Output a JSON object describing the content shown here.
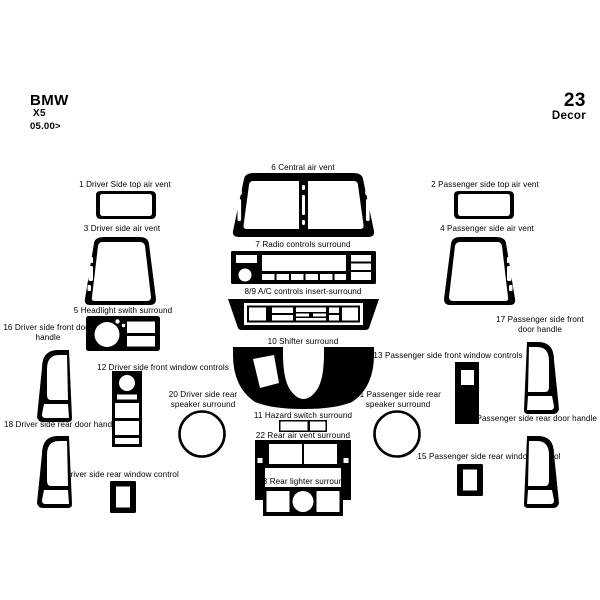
{
  "header": {
    "brand": "BMW",
    "model": "X5",
    "year": "05.00>",
    "kit_number": "23",
    "kit_word": "Decor"
  },
  "parts": [
    {
      "num": "1",
      "label": "1  Driver Side top air vent"
    },
    {
      "num": "2",
      "label": "2  Passenger side top air vent"
    },
    {
      "num": "3",
      "label": "3  Driver side air vent"
    },
    {
      "num": "4",
      "label": "4  Passenger side air vent"
    },
    {
      "num": "5",
      "label": "5  Headlight swith surround"
    },
    {
      "num": "6",
      "label": "6  Central air vent"
    },
    {
      "num": "7",
      "label": "7  Radio controls surround"
    },
    {
      "num": "8/9",
      "label": "8/9   A/C controls insert-surround"
    },
    {
      "num": "10",
      "label": "10 Shifter surround"
    },
    {
      "num": "11",
      "label": "11 Hazard switch surround"
    },
    {
      "num": "12",
      "label": "12 Driver side front window controls"
    },
    {
      "num": "13",
      "label": "13  Passenger side front window controls"
    },
    {
      "num": "14",
      "label": "14  Driver side rear window control"
    },
    {
      "num": "15",
      "label": "15 Passenger side rear window control"
    },
    {
      "num": "16",
      "label": "16  Driver side front door handle"
    },
    {
      "num": "17",
      "label": "17  Passenger side front door handle"
    },
    {
      "num": "18",
      "label": "18  Driver side rear door handle"
    },
    {
      "num": "19",
      "label": "19  Passenger side rear door handle"
    },
    {
      "num": "20",
      "label": "20  Driver side rear speaker surround"
    },
    {
      "num": "21",
      "label": "21 Passenger side rear speaker surround"
    },
    {
      "num": "22",
      "label": "22 Rear air vent surround"
    },
    {
      "num": "23",
      "label": "23 Rear lighter surround"
    }
  ],
  "colors": {
    "part_fill": "#000000",
    "cutout_fill": "#ffffff",
    "background": "#ffffff",
    "text": "#000000"
  }
}
